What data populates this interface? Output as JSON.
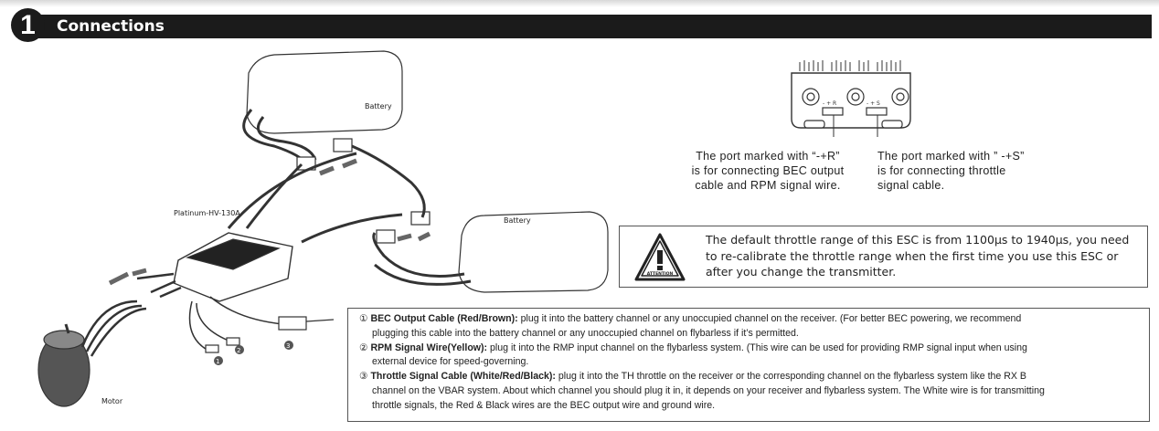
{
  "section": {
    "number": "1",
    "title": "Connections"
  },
  "diagram": {
    "battery_label_1": "Battery",
    "battery_label_2": "Battery",
    "esc_label": "Platinum-HV-130A",
    "motor_label": "Motor",
    "callouts": [
      "1",
      "2",
      "3"
    ],
    "port_labels": [
      "- + R",
      "- + S"
    ]
  },
  "port_captions": {
    "left": [
      "The port marked with  “-+R”",
      "is for connecting BEC output",
      "cable and RPM signal wire."
    ],
    "right": [
      "The port marked with ” -+S”",
      "is for connecting throttle",
      "signal cable."
    ]
  },
  "attention": {
    "icon_label": "ATTENTION",
    "text": "The default throttle range of this ESC is from 1100µs to 1940µs, you need to re-calibrate the throttle range when the first time you use this ESC or after you change the transmitter."
  },
  "notes": [
    {
      "marker": "①",
      "title": "BEC Output Cable (Red/Brown):",
      "text": " plug it into the battery channel or any unoccupied channel on the receiver. (For better BEC powering, we recommend",
      "cont": "plugging this cable into the battery channel or any unoccupied channel on flybarless if it’s permitted."
    },
    {
      "marker": "②",
      "title": "RPM Signal Wire(Yellow):",
      "text": " plug it into the RMP input channel on the flybarless system. (This wire can be used for providing RMP signal input when using",
      "cont": "external device for speed-governing."
    },
    {
      "marker": "③",
      "title": "Throttle Signal Cable (White/Red/Black):",
      "text": " plug it into the TH throttle on the receiver or the corresponding channel on the flybarless system like the RX B",
      "cont": "channel on the VBAR system. About which channel you should plug it in, it depends on your receiver and flybarless system. The White wire is for transmitting",
      "cont2": "throttle signals, the Red & Black wires are the BEC output wire and ground wire."
    }
  ]
}
